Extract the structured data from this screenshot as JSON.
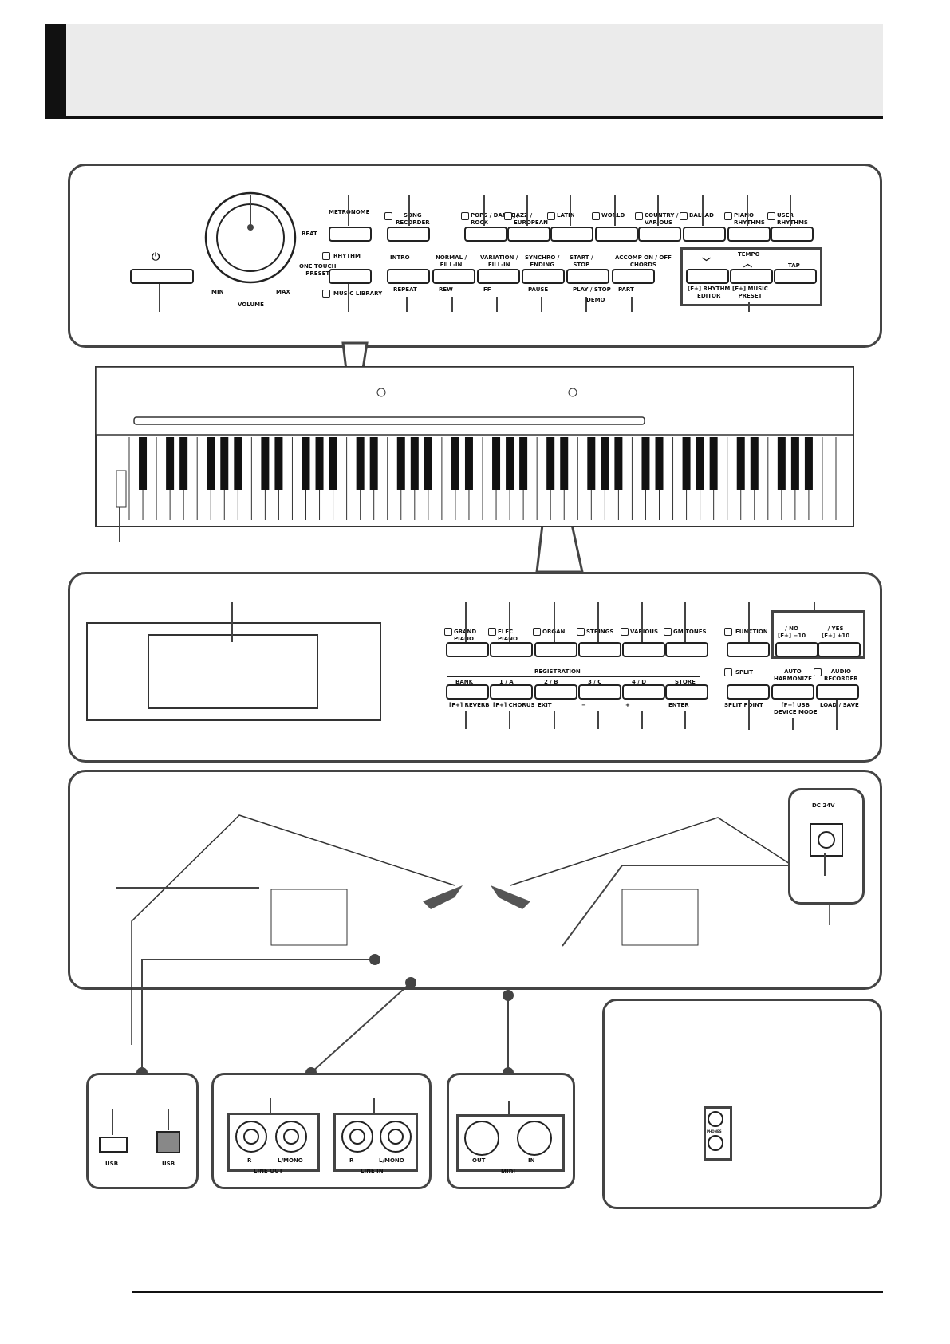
{
  "top_panel": {
    "metronome": "METRONOME",
    "beat": "BEAT",
    "song_recorder": "SONG\nRECORDER",
    "rhythm": "RHYTHM",
    "one_touch": "ONE TOUCH\nPRESET",
    "music_library": "MUSIC LIBRARY",
    "volume": "VOLUME",
    "min": "MIN",
    "max": "MAX",
    "rhythm_groups": [
      "POPS / DANCE /\nROCK",
      "JAZZ /\nEUROPEAN",
      "LATIN",
      "WORLD",
      "COUNTRY /\nVARIOUS",
      "BALLAD",
      "PIANO\nRHYTHMS",
      "USER\nRHYTHMS"
    ],
    "intro": "INTRO",
    "repeat": "REPEAT",
    "normal": "NORMAL /\nFILL-IN",
    "rew": "REW",
    "variation": "VARIATION /\nFILL-IN",
    "ff": "FF",
    "synchro": "SYNCHRO /\nENDING",
    "pause": "PAUSE",
    "start": "START /\nSTOP",
    "play_stop": "PLAY / STOP",
    "demo": "DEMO",
    "accomp": "ACCOMP ON / OFF\nCHORDS",
    "part": "PART",
    "tempo": "TEMPO",
    "tap": "TAP",
    "rhythm_editor": "[F+] RHYTHM\nEDITOR",
    "music_preset": "[F+] MUSIC\nPRESET"
  },
  "bottom_panel": {
    "tones": [
      "GRAND\nPIANO",
      "ELEC\nPIANO",
      "ORGAN",
      "STRINGS",
      "VARIOUS",
      "GM TONES"
    ],
    "function": "FUNCTION",
    "no": "/ NO\n[F+] −10",
    "yes": "/ YES\n[F+] +10",
    "registration": "REGISTRATION",
    "reg_buttons": [
      "BANK",
      "1 / A",
      "2 / B",
      "3 / C",
      "4 / D",
      "STORE"
    ],
    "reg_sub": [
      "[F+] REVERB",
      "[F+] CHORUS",
      "EXIT",
      "−",
      "+",
      "ENTER"
    ],
    "split": "SPLIT",
    "split_point": "SPLIT POINT",
    "auto_harmonize": "AUTO\nHARMONIZE",
    "usb_device": "[F+] USB\nDEVICE MODE",
    "audio_recorder": "AUDIO\nRECORDER",
    "load_save": "LOAD / SAVE"
  },
  "rear": {
    "dc": "DC 24V",
    "usb1": "USB",
    "usb2": "USB",
    "line_out": "LINE OUT",
    "line_in": "LINE IN",
    "r": "R",
    "lmono": "L/MONO",
    "out": "OUT",
    "in": "IN",
    "midi": "MIDI",
    "phones": "PHONES"
  }
}
